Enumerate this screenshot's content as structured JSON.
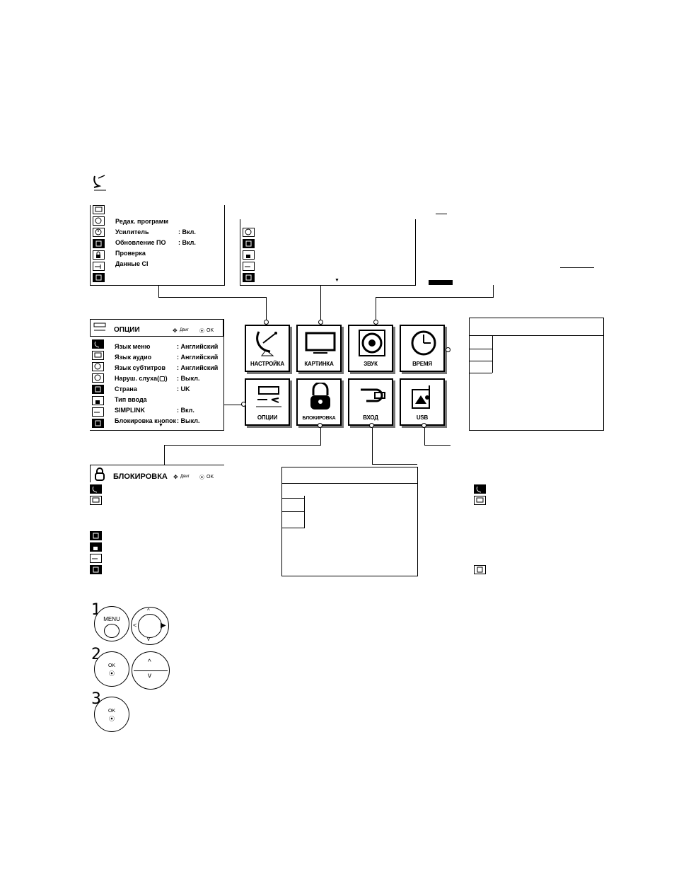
{
  "setup_menu": {
    "items": [
      {
        "label": "Редак. программ",
        "value": ""
      },
      {
        "label": "Усилитель",
        "value": ": Вкл."
      },
      {
        "label": "Обновление ПО",
        "value": ": Вкл."
      },
      {
        "label": "Проверка",
        "value": ""
      },
      {
        "label": "Данные CI",
        "value": ""
      }
    ]
  },
  "picture_menu": {
    "scroll_arrow": "▼"
  },
  "options_menu": {
    "title": "ОПЦИИ",
    "nav_hint": "Двиг",
    "ok_hint": "OK",
    "items": [
      {
        "label": "Язык меню",
        "value": ": Английский"
      },
      {
        "label": "Язык аудио",
        "value": ": Английский"
      },
      {
        "label": "Язык субтитров",
        "value": ": Английский"
      },
      {
        "label": "Наруш. слуха(▢)",
        "value": ": Выкл."
      },
      {
        "label": "Страна",
        "value": ": UK"
      },
      {
        "label": "Тип ввода",
        "value": ""
      },
      {
        "label": "SIMPLINK",
        "value": ": Вкл."
      },
      {
        "label": "Блокировка кнопок",
        "value": ": Выкл."
      }
    ],
    "scroll_arrow": "▼"
  },
  "lock_menu": {
    "title": "БЛОКИРОВКА",
    "nav_hint": "Двиг",
    "ok_hint": "OK"
  },
  "main_tiles": [
    {
      "label": "НАСТРОЙКА",
      "icon": "satellite-dish-icon"
    },
    {
      "label": "КАРТИНКА",
      "icon": "tv-screen-icon"
    },
    {
      "label": "ЗВУК",
      "icon": "speaker-icon"
    },
    {
      "label": "ВРЕМЯ",
      "icon": "clock-icon"
    },
    {
      "label": "ОПЦИИ",
      "icon": "tools-icon"
    },
    {
      "label": "БЛОКИРОВКА",
      "icon": "padlock-icon"
    },
    {
      "label": "ВХОД",
      "icon": "cable-plug-icon"
    },
    {
      "label": "USB",
      "icon": "photo-music-icon"
    }
  ],
  "steps": [
    {
      "number": "1",
      "button_label": "MENU"
    },
    {
      "number": "2",
      "button_label": "OK"
    },
    {
      "number": "3",
      "button_label": "OK"
    }
  ]
}
